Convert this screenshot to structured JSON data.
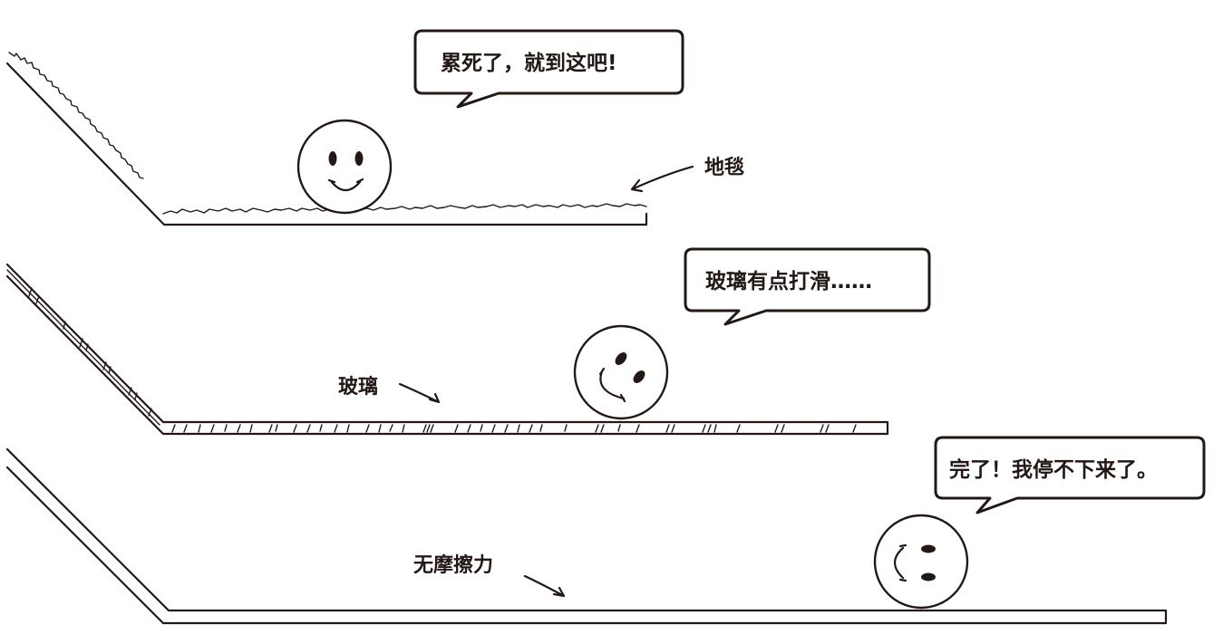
{
  "colors": {
    "ink": "#231815",
    "paper": "#ffffff"
  },
  "panels": [
    {
      "surface": "carpet",
      "speech": "累死了，就到这吧!",
      "label": "地毯"
    },
    {
      "surface": "glass",
      "speech": "玻璃有点打滑……",
      "label": "玻璃"
    },
    {
      "surface": "frictionless",
      "speech": "完了！我停不下来了。",
      "label": "无摩擦力"
    }
  ]
}
